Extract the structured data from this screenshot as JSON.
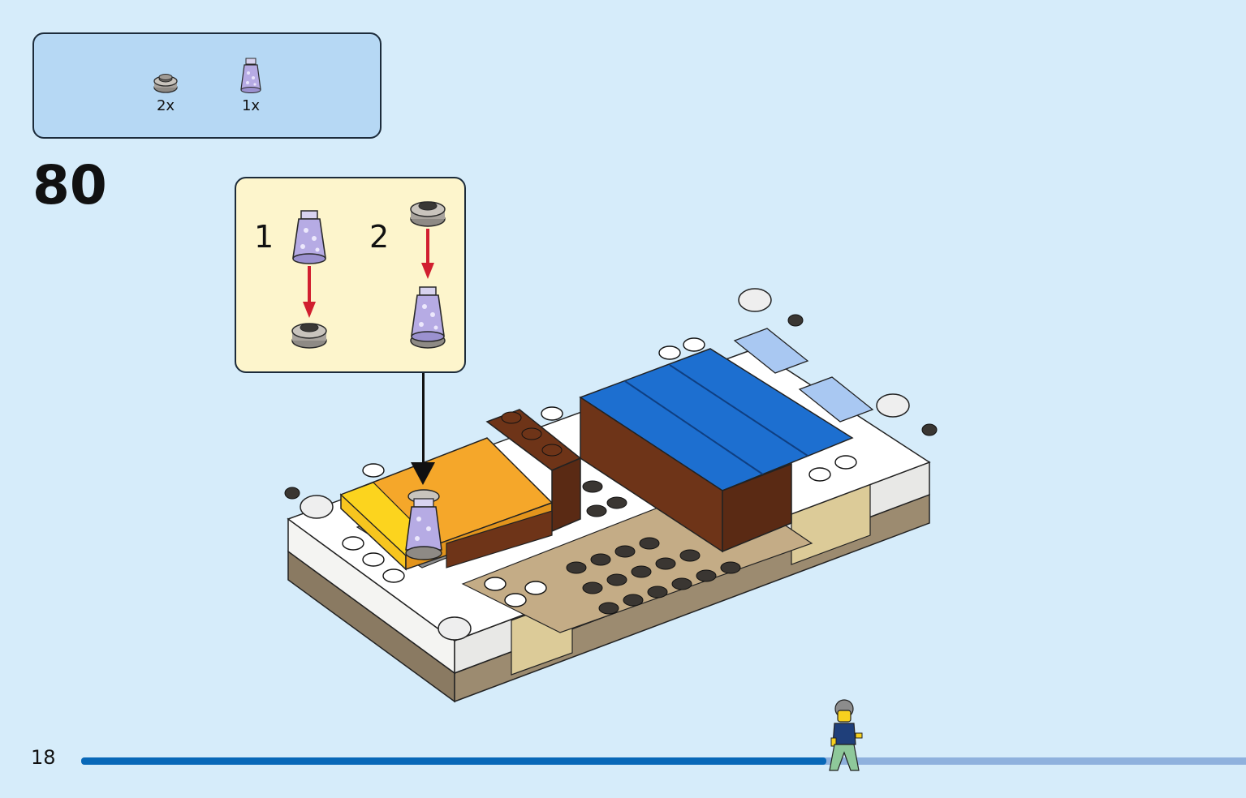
{
  "parts_list": [
    {
      "qty": "2x",
      "icon": "gray-round-plate-icon"
    },
    {
      "qty": "1x",
      "icon": "lavender-glitter-cone-icon"
    }
  ],
  "step_number": "80",
  "substeps": [
    "1",
    "2"
  ],
  "page_number": "18",
  "progress": {
    "fraction": 0.64
  },
  "colors": {
    "background": "#d6ecfa",
    "parts_box": "#b6d8f4",
    "substep_box": "#fdf5cc",
    "progress_fill": "#0868b8",
    "progress_track": "#8fb1dd",
    "arrow": "#d11f2f"
  }
}
